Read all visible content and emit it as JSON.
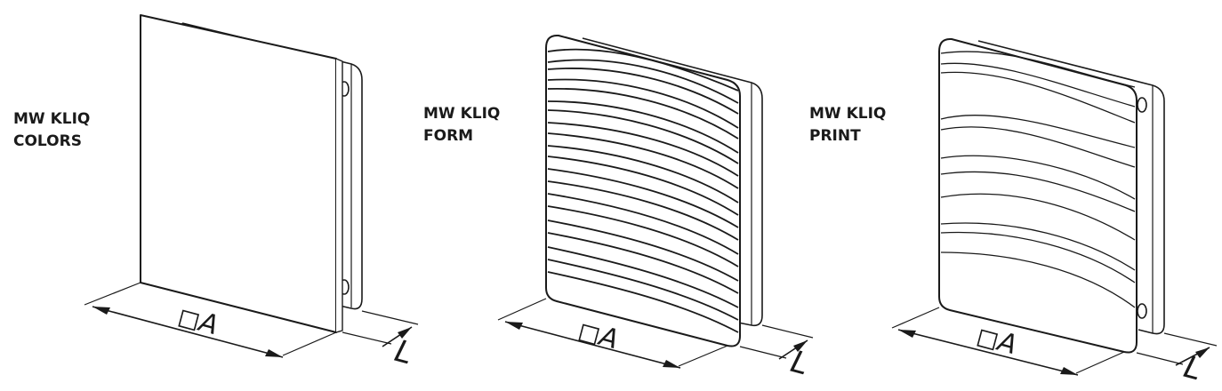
{
  "products": [
    {
      "name_line1": "MW KLIQ",
      "name_line2": "COLORS",
      "front_size_label": "◻A",
      "depth_label": "L"
    },
    {
      "name_line1": "MW KLIQ",
      "name_line2": "FORM",
      "front_size_label": "◻A",
      "depth_label": "L"
    },
    {
      "name_line1": "MW KLIQ",
      "name_line2": "PRINT",
      "front_size_label": "◻A",
      "depth_label": "L"
    }
  ]
}
